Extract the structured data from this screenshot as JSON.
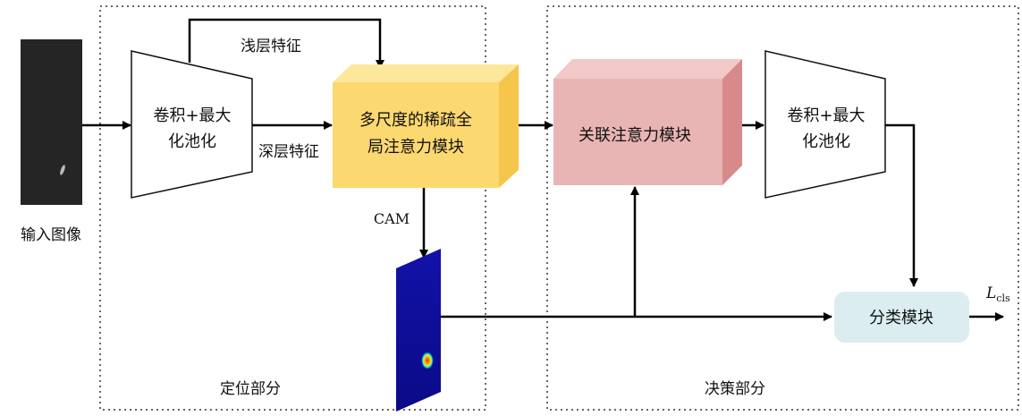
{
  "input": {
    "label": "输入图像"
  },
  "encoder": {
    "line1": "卷积+最大",
    "line2": "化池化"
  },
  "features": {
    "shallow": "浅层特征",
    "deep": "深层特征"
  },
  "msgam": {
    "line1": "多尺度的稀疏全",
    "line2": "局注意力模块"
  },
  "cam": {
    "label": "CAM"
  },
  "assoc": {
    "label": "关联注意力模块"
  },
  "encoder2": {
    "line1": "卷积+最大",
    "line2": "化池化"
  },
  "classifier": {
    "label": "分类模块"
  },
  "loss": {
    "symbol": "L",
    "subscript": "cls"
  },
  "regions": {
    "localization": "定位部分",
    "decision": "决策部分"
  }
}
